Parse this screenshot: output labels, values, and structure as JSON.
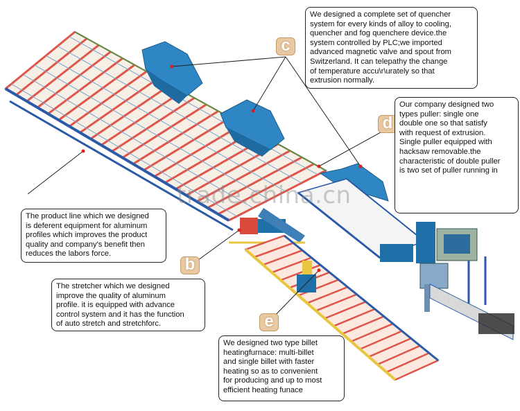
{
  "callouts": {
    "c_text": "We designed a complete set of quencher\nsystem for every kinds of alloy to cooling,\nquencher and fog quenchere device.the\nsystem controlled by PLC;we imported\nadvanced magnetic valve and spout from\nSwitzerland. It can telepathy the change\nof temperature accu\\r\\urately so that\nextrusion normally.",
    "d_text": "Our company designed two\ntypes puller: single one\ndouble one so that satisfy\nwith request of extrusion.\nSingle puller equipped with\nhacksaw removable.the\ncharacteristic of double puller\nis two set of puller running in",
    "a_text": "The product line which we designed\nis deferent equipment for aluminum\nprofiles which improves the product\nquality and company's benefit then\nreduces the labors force.",
    "b_text": "The stretcher which we designed\nimprove the quality of aluminum\nprofile. it is equipped with advance\ncontrol system and it has the function\nof auto stretch and stretchforc.",
    "e_text": "We designed two type billet\nheatingfurnace: multi-billet\nand single billet with faster\nheating so as to convenient\nfor producing and up to most\nefficient heating funace"
  },
  "badges": {
    "c": "c",
    "d": "d",
    "b": "b",
    "e": "e"
  },
  "watermark": "trade.china.cn",
  "colors": {
    "bed_red": "#e0554a",
    "rail_blue": "#2a5aa8",
    "hood_blue": "#2f86c4",
    "rail_yellow": "#e8c640",
    "machine_blue": "#1f70a8",
    "badge_fill": "#e8c9a2"
  }
}
